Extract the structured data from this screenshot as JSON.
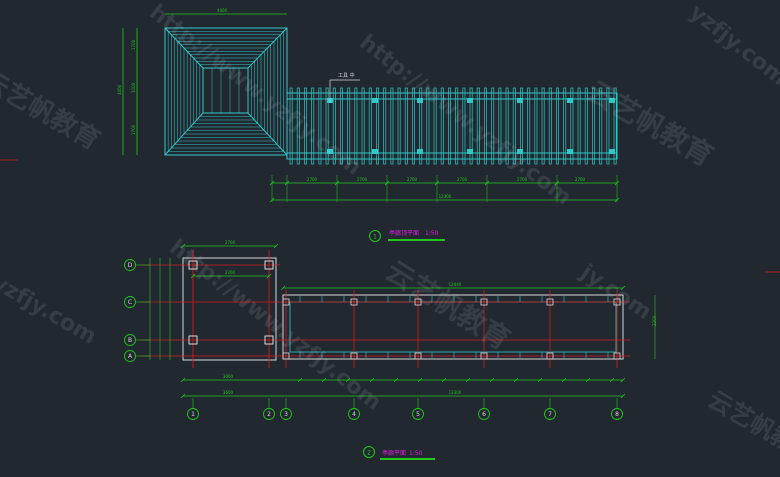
{
  "drawing": {
    "roof_plan": {
      "title": "亭廊顶平面",
      "scale": "1:50",
      "number": "1",
      "dims_bottom": [
        "2700",
        "2700",
        "2700",
        "2700",
        "2700",
        "2700"
      ],
      "dim_overall": "12300",
      "dim_top": "4400",
      "dims_left": [
        "1700",
        "1000",
        "1700"
      ],
      "dim_left_total": "4400",
      "note": "工具 中"
    },
    "floor_plan": {
      "title": "亭廊平面",
      "scale": "1:50",
      "number": "2",
      "grid_rows": [
        "D",
        "C",
        "B",
        "A"
      ],
      "grid_cols": [
        "1",
        "2",
        "3",
        "4",
        "5",
        "6",
        "7",
        "8"
      ],
      "dim_top_1": "2700",
      "dim_top_2": "2200",
      "dim_right": "12440",
      "dim_bottom_overall": "12300",
      "dim_bottom_left": "3000",
      "dim_bottom_left2": "3600",
      "dim_right_side": "2200"
    }
  },
  "watermarks": [
    "云艺帆教育",
    "http://www.yzfjy.com",
    "yzfjy.com",
    "云艺帆教育",
    "http://www.yzfjy.com",
    "云艺帆教育",
    "http://www.yzfjy.com",
    "yzfjy.com",
    "云艺帆教育",
    "jy.com"
  ],
  "colors": {
    "background": "#212830",
    "structure": "#2fc7c7",
    "dimension": "#22c71e",
    "axis": "#d61e1e",
    "title": "#e21ee2",
    "white": "#d8d8d8"
  }
}
